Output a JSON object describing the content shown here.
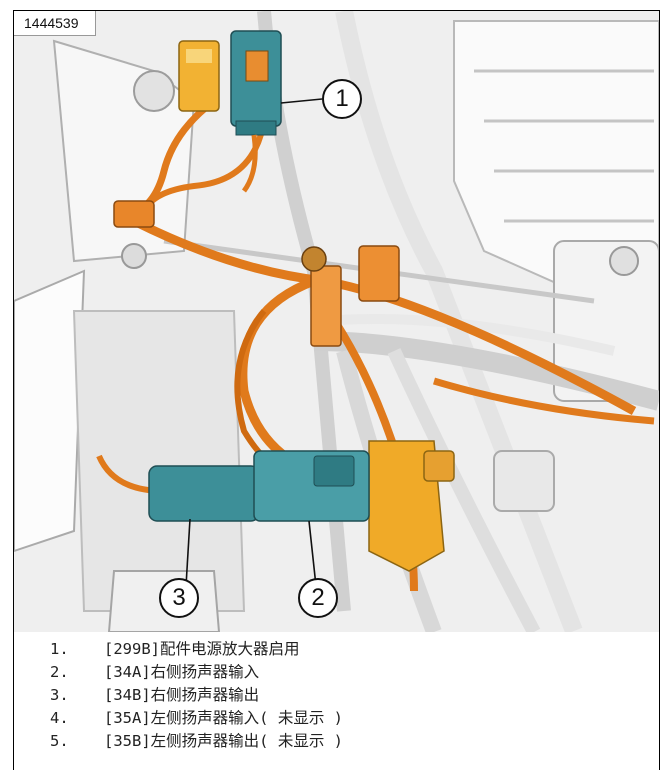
{
  "figure": {
    "id_label": "1444539",
    "callouts": [
      "1",
      "2",
      "3"
    ]
  },
  "legend": {
    "items": [
      {
        "num": "1.",
        "text": "[299B]配件电源放大器启用"
      },
      {
        "num": "2.",
        "text": "[34A]右侧扬声器输入"
      },
      {
        "num": "3.",
        "text": "[34B]右侧扬声器输出"
      },
      {
        "num": "4.",
        "text": "[35A]左侧扬声器输入( 未显示 )"
      },
      {
        "num": "5.",
        "text": "[35B]左侧扬声器输出( 未显示 )"
      }
    ]
  },
  "colors": {
    "wire_orange": "#e07a1c",
    "connector_teal": "#3d8f98",
    "connector_yellow": "#f2b233",
    "metal_gray": "#d8d8d8"
  }
}
